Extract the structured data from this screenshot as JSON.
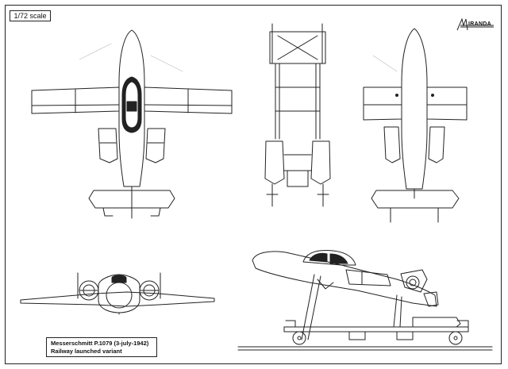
{
  "sheet": {
    "scale_label": "1/72 scale",
    "title_line1": "Messerschmitt P.1079 (3-july-1942)",
    "title_line2": "Railway launched variant",
    "logo_text": "IRANDA",
    "logo_initial": "M"
  },
  "colors": {
    "ink": "#222222",
    "paper": "#ffffff",
    "canopy_fill": "#222222"
  }
}
